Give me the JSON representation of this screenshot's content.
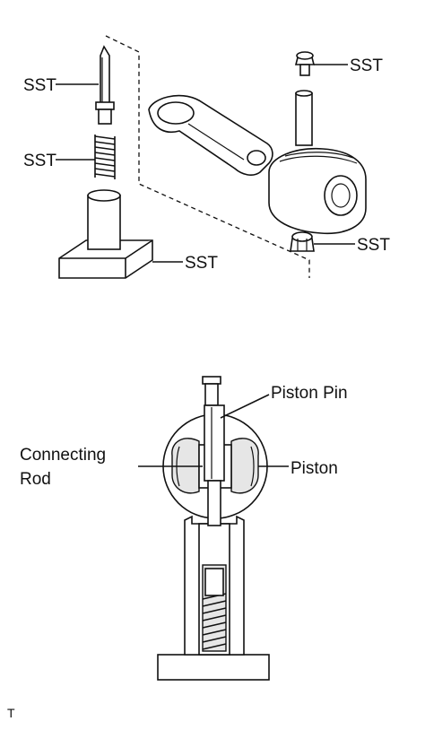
{
  "labels": {
    "sst_1": "SST",
    "sst_2": "SST",
    "sst_3": "SST",
    "sst_4": "SST",
    "sst_5": "SST",
    "piston_pin": "Piston Pin",
    "connecting_rod_line1": "Connecting",
    "connecting_rod_line2": "Rod",
    "piston": "Piston"
  },
  "footer": {
    "code": "T"
  }
}
